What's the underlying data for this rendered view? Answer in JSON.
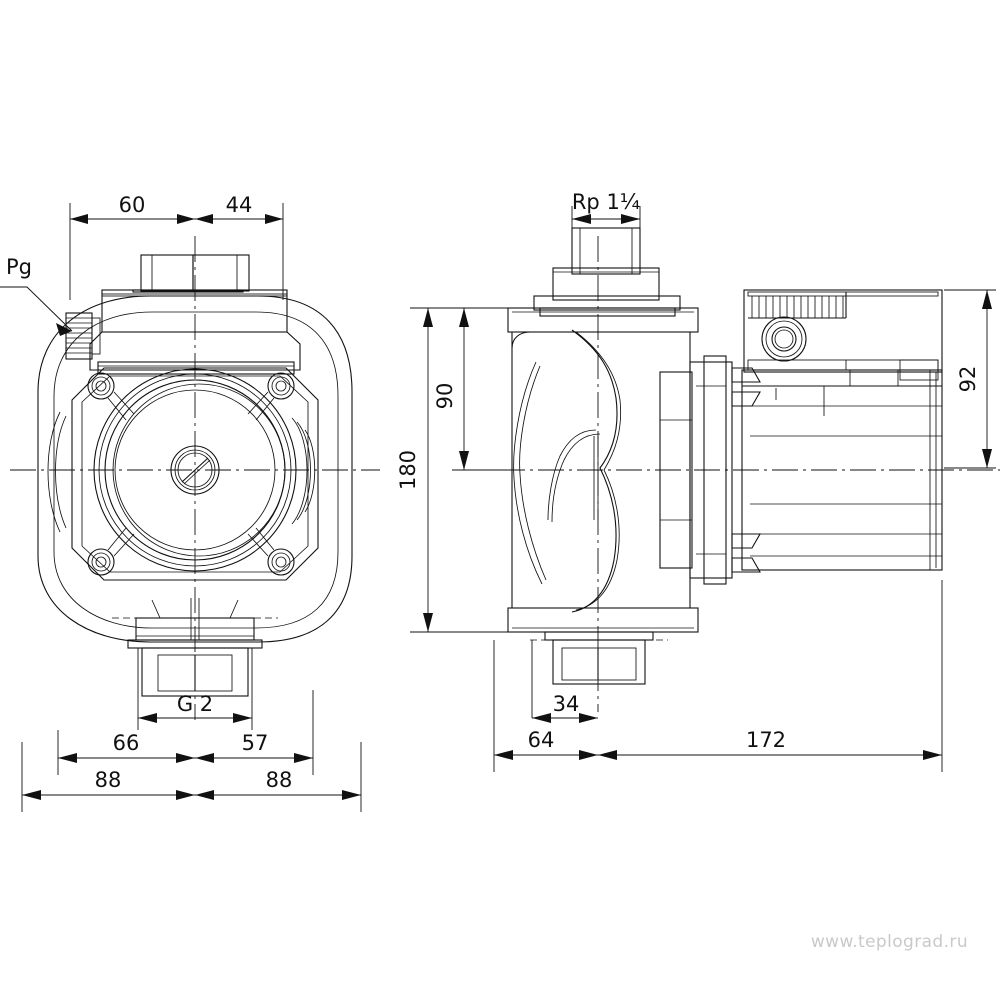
{
  "drawing": {
    "title": "Pump dimensional drawing",
    "type": "engineering-line-drawing",
    "views": [
      {
        "name": "front-view",
        "position": "left"
      },
      {
        "name": "side-view",
        "position": "right"
      }
    ],
    "line_color": "#111111",
    "background_color": "#ffffff",
    "watermark_color": "#c9c9c9"
  },
  "watermark": {
    "text": "www.teplograd.ru"
  },
  "front_view": {
    "labels": {
      "pg": "Pg",
      "g2": "G 2"
    },
    "dimensions": {
      "d60": "60",
      "d44": "44",
      "d66": "66",
      "d57": "57",
      "d88_left": "88",
      "d88_right": "88"
    }
  },
  "side_view": {
    "labels": {
      "rp": "Rp 1¼"
    },
    "dimensions": {
      "d90": "90",
      "d180": "180",
      "d92": "92",
      "d34": "34",
      "d64": "64",
      "d172": "172"
    }
  },
  "dimension_list": [
    {
      "label": "60",
      "view": "front",
      "orientation": "horizontal"
    },
    {
      "label": "44",
      "view": "front",
      "orientation": "horizontal"
    },
    {
      "label": "66",
      "view": "front",
      "orientation": "horizontal"
    },
    {
      "label": "57",
      "view": "front",
      "orientation": "horizontal"
    },
    {
      "label": "88",
      "view": "front",
      "orientation": "horizontal"
    },
    {
      "label": "88",
      "view": "front",
      "orientation": "horizontal"
    },
    {
      "label": "G 2",
      "view": "front",
      "orientation": "horizontal"
    },
    {
      "label": "Pg",
      "view": "front",
      "orientation": "leader"
    },
    {
      "label": "Rp 1¼",
      "view": "side",
      "orientation": "horizontal"
    },
    {
      "label": "34",
      "view": "side",
      "orientation": "horizontal"
    },
    {
      "label": "64",
      "view": "side",
      "orientation": "horizontal"
    },
    {
      "label": "172",
      "view": "side",
      "orientation": "horizontal"
    },
    {
      "label": "90",
      "view": "side",
      "orientation": "vertical"
    },
    {
      "label": "180",
      "view": "side",
      "orientation": "vertical"
    },
    {
      "label": "92",
      "view": "side",
      "orientation": "vertical"
    }
  ]
}
